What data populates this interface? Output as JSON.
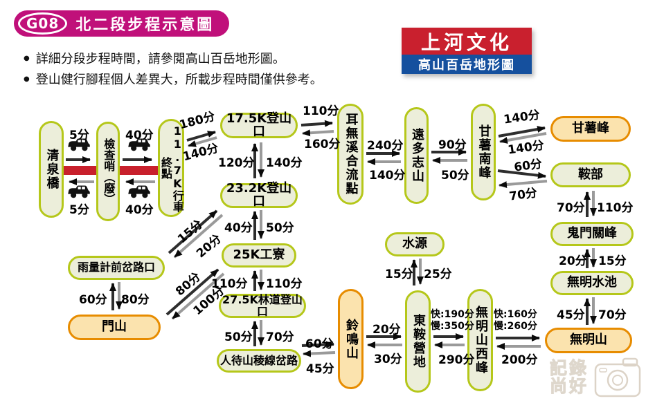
{
  "colors": {
    "badge": "#c0107a",
    "logo-red": "#c9202e",
    "logo-blue": "#15509e",
    "green-border": "#b5c71a",
    "green-fill": "#eceeda",
    "peak-border": "#e78c00",
    "peak-fill": "#fbe3ae",
    "road-red": "#c8202c",
    "arrow-dark": "#2e2e2e",
    "arrow-gray": "#9a9a9a"
  },
  "header": {
    "badge": "G08",
    "title": "北二段步程示意圖",
    "notes": [
      "詳細分段步程時間，請參閱高山百岳地形圖。",
      "登山健行腳程個人差異大，所載步程時間僅供參考。"
    ]
  },
  "logo": {
    "brand": "上河文化",
    "series": "高山百岳地形圖"
  },
  "nodes": {
    "qingquanqiao": "清泉橋",
    "jianchashao": "檢查哨（廢）",
    "k117": "11.7K行車終點",
    "k175": "17.5K登山口",
    "erwuxi": "耳無溪合流點",
    "yuanduozhishan": "遠多志山",
    "ganshunanfeng": "甘薯南峰",
    "ganshufeng": "甘薯峰",
    "anbu": "鞍部",
    "guimenguanfeng": "鬼門關峰",
    "wumingshuichi": "無明水池",
    "wumingshan": "無明山",
    "k232": "23.2K登山口",
    "k25": "25K工寮",
    "k275": "27.5K林道登山口",
    "rendaishan": "人待山稜線岔路",
    "yuliangji": "雨量計前岔路口",
    "menshan": "門山",
    "lingmingshan": "鈴鳴山",
    "dongan": "東鞍營地",
    "wumingxifeng": "無明山西峰",
    "shuiyuan": "水源"
  },
  "times": {
    "qq_jc": {
      "go": "5分",
      "back": "5分"
    },
    "jc_k117": {
      "go": "40分",
      "back": "40分"
    },
    "k117_k175": {
      "go": "180分",
      "back": "140分"
    },
    "k175_erwuxi": {
      "go": "110分",
      "back": "160分"
    },
    "k175_k232": {
      "up": "120分",
      "down": "140分"
    },
    "erwuxi_ydz": {
      "go": "240分",
      "back": "140分"
    },
    "ydz_gsnf": {
      "go": "90分",
      "back": "50分"
    },
    "gsnf_gsf": {
      "go": "140分",
      "back": "140分"
    },
    "gsnf_anbu": {
      "go": "60分",
      "back": "70分"
    },
    "anbu_gmg": {
      "up": "70分",
      "down": "110分"
    },
    "gmg_wmsc": {
      "up": "20分",
      "down": "15分"
    },
    "wmsc_wms": {
      "up": "45分",
      "down": "70分"
    },
    "k232_k25": {
      "up": "40分",
      "down": "50分"
    },
    "k25_k275": {
      "up": "110分",
      "down": "110分"
    },
    "k275_rds": {
      "up": "50分",
      "down": "70分"
    },
    "rds_lms": {
      "go": "60分",
      "back": "45分"
    },
    "lms_dac": {
      "go": "20分",
      "back": "30分"
    },
    "dac_wmxf": {
      "fast": "快:190分",
      "slow": "慢:350分",
      "back": "290分"
    },
    "wmxf_wms": {
      "fast": "快:160分",
      "slow": "慢:260分",
      "back": "200分"
    },
    "sy_dac": {
      "up": "15分",
      "down": "25分"
    },
    "ylj_ms": {
      "up": "60分",
      "down": "80分"
    },
    "ylj_k232": {
      "go": "15分",
      "back": "20分"
    },
    "ms_k25": {
      "go": "80分",
      "back": "100分"
    }
  },
  "watermark": {
    "text": "記錄尚好"
  }
}
